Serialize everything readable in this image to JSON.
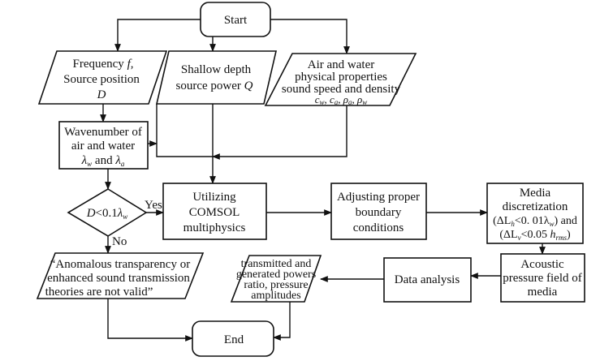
{
  "nodes": {
    "start": {
      "label": "Start"
    },
    "frequency": {
      "lines": [
        "Frequency ",
        "f",
        ",",
        "Source position",
        "D"
      ]
    },
    "shallow": {
      "lines": [
        "Shallow depth",
        "source power ",
        "Q"
      ]
    },
    "properties": {
      "lines": [
        "Air and water",
        "physical properties",
        "sound speed and density"
      ],
      "symbols": [
        "c",
        "w",
        "c",
        "a",
        "ρ",
        "a",
        "ρ",
        "w"
      ]
    },
    "wavenumber": {
      "lines": [
        "Wavenumber of",
        "air and water",
        "λ",
        "w",
        " and ",
        "λ",
        "a"
      ]
    },
    "decision": {
      "parts": [
        "D",
        "<0.1",
        "λ",
        "w"
      ]
    },
    "comsol": {
      "lines": [
        "Utilizing",
        "COMSOL",
        "multiphysics"
      ]
    },
    "boundary": {
      "lines": [
        "Adjusting proper",
        "boundary",
        "conditions"
      ]
    },
    "discretization": {
      "lines": [
        "Media",
        "discretization",
        "(ΔL",
        "h",
        "<0. 01λ",
        "w",
        ") and",
        "(ΔL",
        "v",
        "<0.05 ",
        "h",
        "rms",
        ")"
      ]
    },
    "acoustic": {
      "lines": [
        "Acoustic",
        "pressure field of",
        "media"
      ]
    },
    "analysis": {
      "label": "Data analysis"
    },
    "results": {
      "lines": [
        "transmitted and",
        "generated powers",
        "ratio, pressure",
        "amplitudes"
      ]
    },
    "invalid": {
      "lines": [
        "“Anomalous transparency or",
        "enhanced sound transmission",
        "theories are not valid”"
      ]
    },
    "end": {
      "label": "End"
    }
  },
  "edges": {
    "yes": "Yes",
    "no": "No"
  }
}
